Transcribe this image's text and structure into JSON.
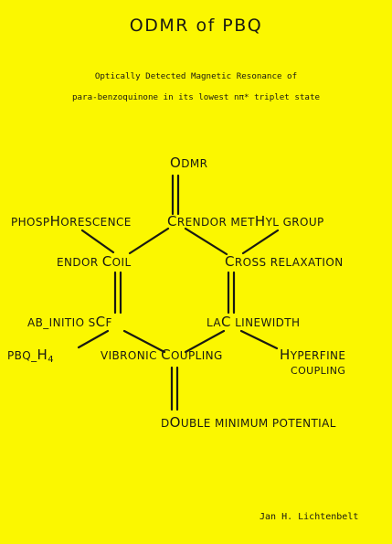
{
  "title": "ODMR of PBQ",
  "subtitle_line1": "Optically Detected Magnetic Resonance of",
  "subtitle_line2": "para-benzoquinone in its lowest nπ* triplet state",
  "labels": {
    "top_o_big": "O",
    "top_o_rest": "DMR",
    "phosph_a": "PHOSP",
    "phosph_h": "H",
    "phosph_b": "ORESCENCE",
    "c1_big": "C",
    "c1_rest": "RENDOR MET",
    "c1_h": "H",
    "c1_tail": "YL GROUP",
    "endor_a": "ENDOR ",
    "endor_c": "C",
    "endor_b": "OIL",
    "cross_c": "C",
    "cross_rest": "ROSS RELAXATION",
    "abinitio_a": "AB_INITIO S",
    "abinitio_c": "C",
    "abinitio_b": "F",
    "lac_a": "LA",
    "lac_c": "C",
    "lac_b": " LINEWIDTH",
    "pbq_a": "PBQ_",
    "pbq_h": "H",
    "pbq_num": "4",
    "vibronic_a": "VIBRONIC ",
    "vibronic_c": "C",
    "vibronic_b": "OUPLING",
    "hyper_h": "H",
    "hyper_rest": "YPERFINE",
    "hyper_line2": "COUPLING",
    "bottom_a": "D",
    "bottom_o": "O",
    "bottom_b": "UBLE MINIMUM POTENTIAL"
  },
  "author": "Jan H. Lichtenbelt"
}
